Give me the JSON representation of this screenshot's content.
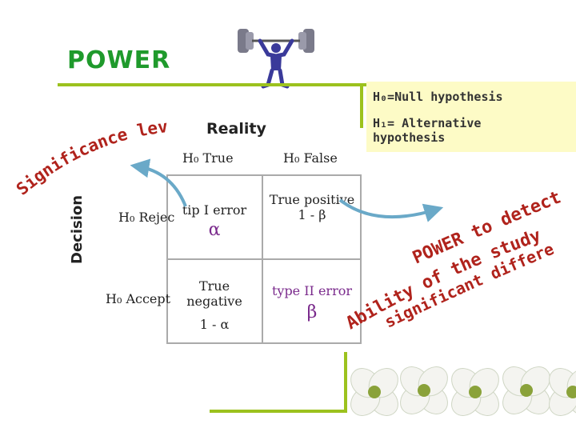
{
  "title": "POWER",
  "legend": {
    "null": "H₀=Null hypothesis",
    "alt": "H₁= Alternative hypothesis"
  },
  "axes": {
    "reality": "Reality",
    "decision": "Decision",
    "col_true": "H₀ True",
    "col_false": "H₀ False",
    "row_reject": "H₀ Rejec",
    "row_accept": "H₀ Accept"
  },
  "cells": {
    "reject_true": {
      "label": "tip I error",
      "symbol": "α"
    },
    "reject_false": {
      "label": "True positive",
      "value": "1 - β"
    },
    "accept_true": {
      "label": "True negative",
      "value": "1 - α"
    },
    "accept_false": {
      "label": "type II error",
      "symbol": "β"
    }
  },
  "curved_text": {
    "significance": "Significance level",
    "power_line1": "POWER to detect",
    "power_line2": "Ability of the study",
    "power_line3": "significant difference"
  },
  "colors": {
    "title": "#1f9a2c",
    "accent_rule": "#9cc21e",
    "legend_bg": "#fdfbc6",
    "curved_text": "#b0231c",
    "arrow": "#6aa9c8",
    "greek": "#7a2a8c"
  },
  "icons": [
    "weightlifter-icon",
    "flower-icon"
  ]
}
